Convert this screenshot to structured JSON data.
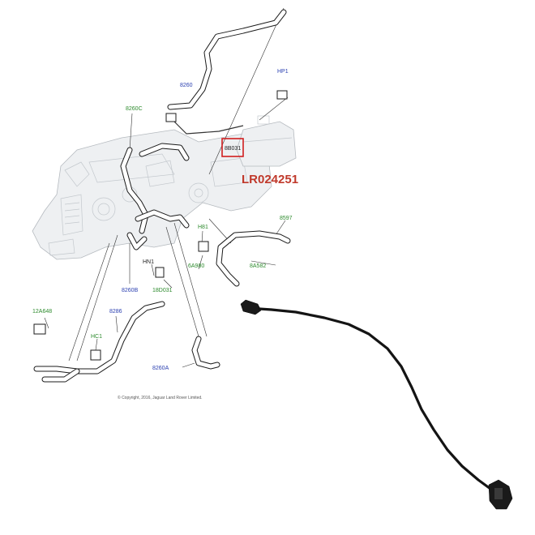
{
  "diagram": {
    "part_number": "LR024251",
    "copyright": "© Copyright, 2016, Jaguar Land Rover Limited.",
    "callouts": {
      "c8260": "8260",
      "cHP1": "HP1",
      "c8260C": "8260C",
      "c8B031": "8B031",
      "c8597": "8597",
      "cH81": "H81",
      "c6A980": "6A980",
      "c8A582": "8A582",
      "cHN1": "HN1",
      "c8260B": "8260B",
      "c18D031": "18D031",
      "c12A648": "12A648",
      "c8286": "8286",
      "cHC1": "HC1",
      "c8260A": "8260A"
    },
    "colors": {
      "part_number": "#c0392b",
      "highlight_box": "#d11f1f",
      "callout_green": "#2e8b2e",
      "callout_blue": "#2a3fb0"
    }
  }
}
